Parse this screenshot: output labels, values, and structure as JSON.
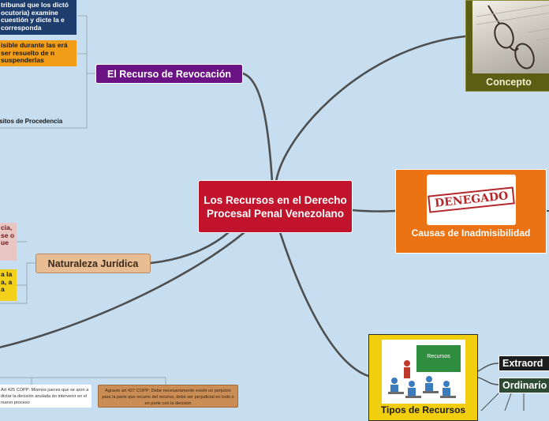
{
  "central": {
    "title": "Los Recursos en el Derecho Procesal Penal Venezolano"
  },
  "topics": {
    "revocacion": "El Recurso de Revocación",
    "naturaleza": "Naturaleza Jurídica",
    "concepto": "Concepto",
    "causas": "Causas de Inadmisibilidad",
    "tipos": "Tipos de Recursos",
    "extraordinarios": "Extraord",
    "ordinarios": "Ordinario"
  },
  "images": {
    "stamp_text": "DENEGADO",
    "board_text": "Recursos"
  },
  "notes": {
    "revocacion_1": "tribunal que los dictó ocutoria) examine cuestión y dicte la e corresponda",
    "revocacion_2": "isible durante las erá ser resuelto de n suspenderlas",
    "requisitos": "isitos de Procedencia",
    "naturaleza_1": "cia, se o ue",
    "naturaleza_2": "a la a, a a",
    "bottom_1": "Art 425 COPP: Mismos jueces que se aron a dictar la decisión anulada án intervenir en el nuevo proceso",
    "bottom_2": "Agravio art 427 COPP: Debe necesariamente existir un perjuicio para la parte que recurre del recurso, debe ser perjudicial en todo o en parte con la decisión"
  },
  "colors": {
    "background": "#c6deef",
    "central": "#c1132b",
    "revocacion": "#6b1384",
    "naturaleza": "#e9bd93",
    "concepto": "#5c5e14",
    "causas": "#ec7313",
    "tipos": "#f2cf0e",
    "connector": "#4d4d4d"
  }
}
